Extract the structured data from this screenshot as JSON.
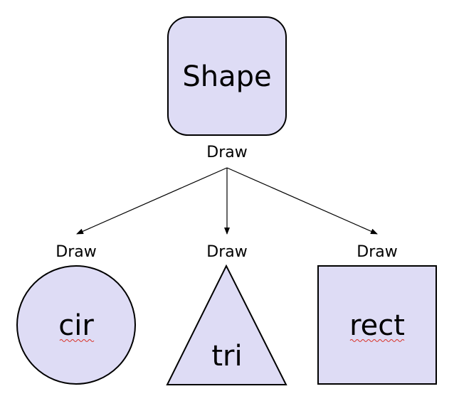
{
  "parent": {
    "label": "Shape",
    "method_label": "Draw"
  },
  "children": [
    {
      "label": "cir",
      "method_label": "Draw",
      "spellcheck_underline": true
    },
    {
      "label": "tri",
      "method_label": "Draw",
      "spellcheck_underline": false
    },
    {
      "label": "rect",
      "method_label": "Draw",
      "spellcheck_underline": true
    }
  ],
  "colors": {
    "shape_fill": "#dedcf5",
    "stroke": "#000000",
    "spellcheck": "#d93025"
  }
}
